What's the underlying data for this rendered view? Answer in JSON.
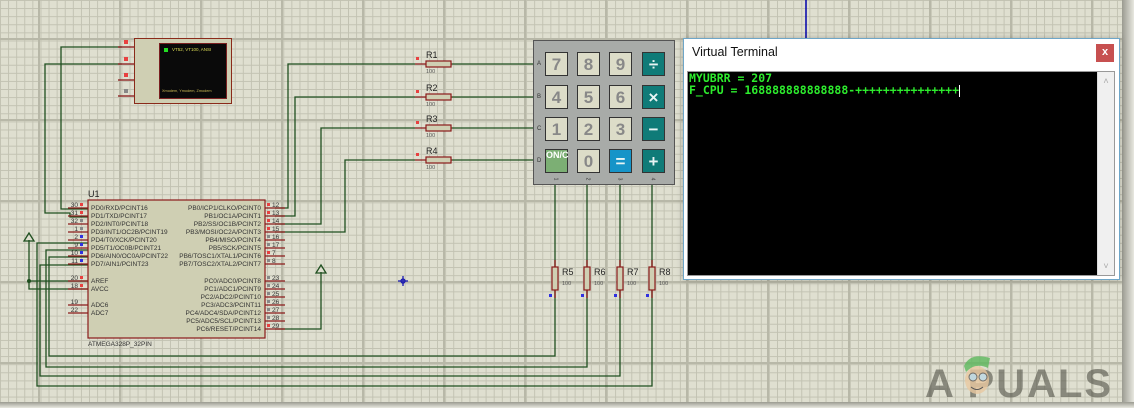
{
  "window": {
    "title": "Virtual Terminal",
    "close_label": "x",
    "lines": [
      "MYUBRR = 207",
      "F_CPU = 168888888888888-+++++++++++++++"
    ],
    "scroll_up": "˄",
    "scroll_down": "˅"
  },
  "schematic": {
    "mcu": {
      "ref": "U1",
      "part": "ATMEGA328P_32PIN",
      "left_pins": [
        {
          "num": "30",
          "name": "PD0/RXD/PCINT16"
        },
        {
          "num": "31",
          "name": "PD1/TXD/PCINT17"
        },
        {
          "num": "32",
          "name": "PD2/INT0/PCINT18"
        },
        {
          "num": "1",
          "name": "PD3/INT1/OC2B/PCINT19"
        },
        {
          "num": "2",
          "name": "PD4/T0/XCK/PCINT20"
        },
        {
          "num": "9",
          "name": "PD5/T1/OC0B/PCINT21"
        },
        {
          "num": "10",
          "name": "PD6/AIN0/OC0A/PCINT22"
        },
        {
          "num": "11",
          "name": "PD7/AIN1/PCINT23"
        },
        {
          "num": "20",
          "name": "AREF"
        },
        {
          "num": "18",
          "name": "AVCC"
        },
        {
          "num": "19",
          "name": "ADC6"
        },
        {
          "num": "22",
          "name": "ADC7"
        }
      ],
      "right_pins": [
        {
          "num": "12",
          "name": "PB0/ICP1/CLKO/PCINT0"
        },
        {
          "num": "13",
          "name": "PB1/OC1A/PCINT1"
        },
        {
          "num": "14",
          "name": "PB2/SS/OC1B/PCINT2"
        },
        {
          "num": "15",
          "name": "PB3/MOSI/OC2A/PCINT3"
        },
        {
          "num": "16",
          "name": "PB4/MISO/PCINT4"
        },
        {
          "num": "17",
          "name": "PB5/SCK/PCINT5"
        },
        {
          "num": "7",
          "name": "PB6/TOSC1/XTAL1/PCINT6"
        },
        {
          "num": "8",
          "name": "PB7/TOSC2/XTAL2/PCINT7"
        },
        {
          "num": "23",
          "name": "PC0/ADC0/PCINT8"
        },
        {
          "num": "24",
          "name": "PC1/ADC1/PCINT9"
        },
        {
          "num": "25",
          "name": "PC2/ADC2/PCINT10"
        },
        {
          "num": "26",
          "name": "PC3/ADC3/PCINT11"
        },
        {
          "num": "27",
          "name": "PC4/ADC4/SDA/PCINT12"
        },
        {
          "num": "28",
          "name": "PC5/ADC5/SCL/PCINT13"
        },
        {
          "num": "29",
          "name": "PC6/RESET/PCINT14"
        }
      ]
    },
    "terminal_component": {
      "pins": [
        "RXD",
        "TXD",
        "RTS",
        "CTS"
      ],
      "screen_line1": "VT52, VT100, ANSI",
      "screen_line2": "Xmodem, Ymodem, Zmodem"
    },
    "resistors": [
      {
        "ref": "R1",
        "value": "100"
      },
      {
        "ref": "R2",
        "value": "100"
      },
      {
        "ref": "R3",
        "value": "100"
      },
      {
        "ref": "R4",
        "value": "100"
      },
      {
        "ref": "R5",
        "value": "100"
      },
      {
        "ref": "R6",
        "value": "100"
      },
      {
        "ref": "R7",
        "value": "100"
      },
      {
        "ref": "R8",
        "value": "100"
      }
    ],
    "keypad": {
      "rows": [
        "A",
        "B",
        "C",
        "D"
      ],
      "cols": [
        "1",
        "2",
        "3",
        "4"
      ],
      "keys": [
        [
          "7",
          "8",
          "9",
          "÷"
        ],
        [
          "4",
          "5",
          "6",
          "×"
        ],
        [
          "1",
          "2",
          "3",
          "−"
        ],
        [
          "ON/C",
          "0",
          "=",
          "+"
        ]
      ]
    }
  },
  "watermark": "A  PUALS",
  "colors": {
    "wire": "#1f4f1f",
    "pin": "#8a1a1a",
    "terminal_text": "#2dec2d",
    "close_button": "#c75050",
    "key_op": "#0f7b78",
    "key_eq": "#1694c8",
    "key_on": "#7caf74"
  }
}
